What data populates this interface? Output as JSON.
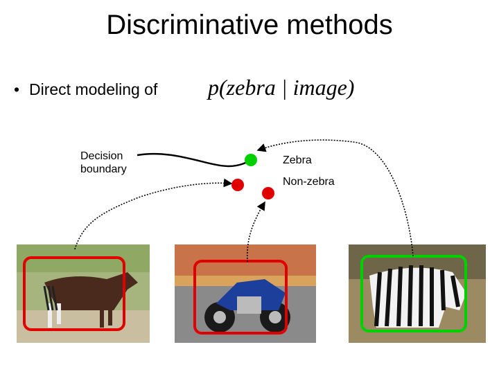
{
  "slide": {
    "title": "Discriminative methods",
    "bullet_text": "Direct modeling of",
    "formula": "p(zebra | image)"
  },
  "diagram": {
    "decision_boundary_label": "Decision\nboundary",
    "legend": {
      "zebra_label": "Zebra",
      "non_zebra_label": "Non-zebra",
      "zebra_color": "#00d000",
      "non_zebra_color": "#e00000"
    }
  },
  "images": [
    {
      "subject": "okapi",
      "class": "non-zebra",
      "box_color": "#e00000"
    },
    {
      "subject": "motorcycle",
      "class": "non-zebra",
      "box_color": "#e00000"
    },
    {
      "subject": "zebra",
      "class": "zebra",
      "box_color": "#00d000"
    }
  ]
}
